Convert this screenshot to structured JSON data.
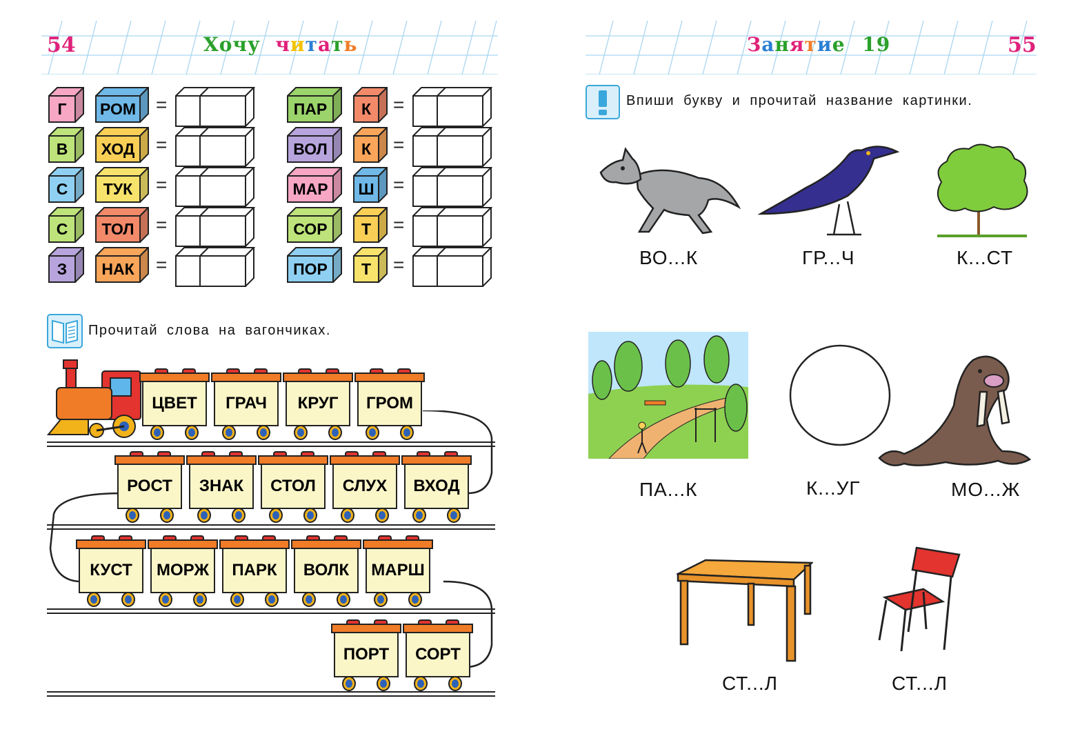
{
  "left_page": {
    "page_number": "54",
    "title_letters": [
      {
        "ch": "Х",
        "color": "#2aa02a"
      },
      {
        "ch": "о",
        "color": "#2aa02a"
      },
      {
        "ch": "ч",
        "color": "#2aa02a"
      },
      {
        "ch": "у",
        "color": "#2aa02a"
      },
      {
        "ch": " ",
        "color": "#000000"
      },
      {
        "ch": "ч",
        "color": "#e0217a"
      },
      {
        "ch": "и",
        "color": "#f2c200"
      },
      {
        "ch": "т",
        "color": "#2a7fd4"
      },
      {
        "ch": "а",
        "color": "#e0217a"
      },
      {
        "ch": "т",
        "color": "#2aa02a"
      },
      {
        "ch": "ь",
        "color": "#f07c28"
      }
    ],
    "cube_exercise": {
      "equals_sign": "=",
      "left_column": [
        {
          "a": "Г",
          "a_color": "#f7a6c4",
          "b": "РОМ",
          "b_color": "#6fb8e8"
        },
        {
          "a": "В",
          "a_color": "#bde37a",
          "b": "ХОД",
          "b_color": "#f9cf56"
        },
        {
          "a": "С",
          "a_color": "#8fd0f2",
          "b": "ТУК",
          "b_color": "#f7e36b"
        },
        {
          "a": "С",
          "a_color": "#bde37a",
          "b": "ТОЛ",
          "b_color": "#f28a6a"
        },
        {
          "a": "З",
          "a_color": "#b7a4dc",
          "b": "НАК",
          "b_color": "#f9a55a"
        }
      ],
      "right_column": [
        {
          "a": "ПАР",
          "a_color": "#9bd46a",
          "b": "К",
          "b_color": "#f28a6a"
        },
        {
          "a": "ВОЛ",
          "a_color": "#b7a4dc",
          "b": "К",
          "b_color": "#f9a55a"
        },
        {
          "a": "МАР",
          "a_color": "#f7a6c4",
          "b": "Ш",
          "b_color": "#6fb8e8"
        },
        {
          "a": "СОР",
          "a_color": "#bde37a",
          "b": "Т",
          "b_color": "#f9cf56"
        },
        {
          "a": "ПОР",
          "a_color": "#8fd0f2",
          "b": "Т",
          "b_color": "#f7e36b"
        }
      ]
    },
    "reading_task": {
      "icon": "book-icon",
      "text": "Прочитай слова на вагончиках."
    },
    "train_rows": [
      [
        "ЦВЕТ",
        "ГРАЧ",
        "КРУГ",
        "ГРОМ"
      ],
      [
        "РОСТ",
        "ЗНАК",
        "СТОЛ",
        "СЛУХ",
        "ВХОД"
      ],
      [
        "КУСТ",
        "МОРЖ",
        "ПАРК",
        "ВОЛК",
        "МАРШ"
      ],
      [
        "ПОРТ",
        "СОРТ"
      ]
    ]
  },
  "right_page": {
    "page_number": "55",
    "lesson_letters": [
      {
        "ch": "З",
        "color": "#e0217a"
      },
      {
        "ch": "а",
        "color": "#2a7fd4"
      },
      {
        "ch": "н",
        "color": "#2aa02a"
      },
      {
        "ch": "я",
        "color": "#e0217a"
      },
      {
        "ch": "т",
        "color": "#f07c28"
      },
      {
        "ch": "и",
        "color": "#2a7fd4"
      },
      {
        "ch": "е",
        "color": "#2aa02a"
      }
    ],
    "lesson_number": "19",
    "fill_task": {
      "icon": "exclamation-icon",
      "text": "Впиши букву и прочитай название картинки."
    },
    "pictures": [
      {
        "icon": "wolf-picture",
        "label": "ВО...К"
      },
      {
        "icon": "rook-bird-picture",
        "label": "ГР...Ч"
      },
      {
        "icon": "bush-picture",
        "label": "К...СТ"
      },
      {
        "icon": "park-picture",
        "label": "ПА...К"
      },
      {
        "icon": "circle-picture",
        "label": "К...УГ"
      },
      {
        "icon": "walrus-picture",
        "label": "МО...Ж"
      },
      {
        "icon": "table-picture",
        "label": "СТ...Л"
      },
      {
        "icon": "chair-picture",
        "label": "СТ...Л"
      }
    ]
  },
  "colors": {
    "accent_pink": "#e0217a",
    "title_green": "#2aa02a",
    "header_line_blue": "#a9d6f0"
  }
}
